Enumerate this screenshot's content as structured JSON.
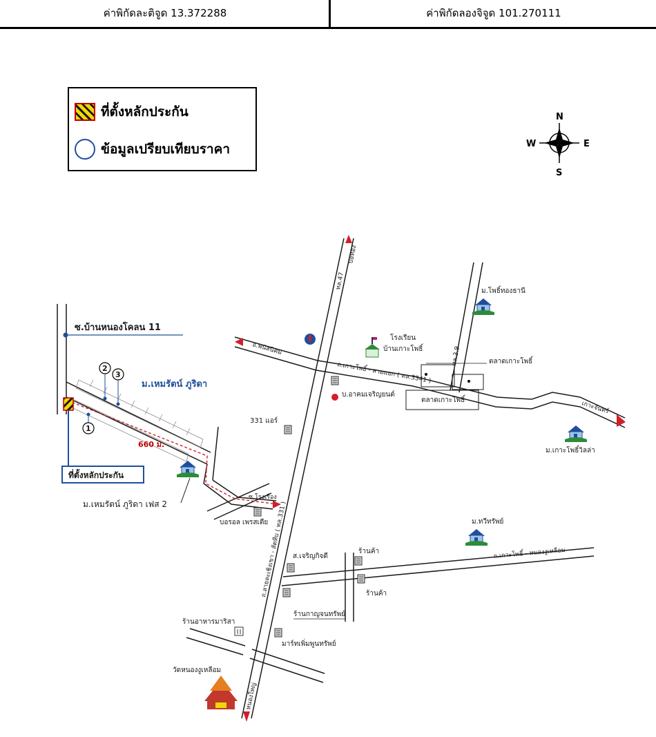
{
  "coordinates": {
    "latitude_label": "ค่าพิกัดละติจูด 13.372288",
    "longitude_label": "ค่าพิกัดลองจิจูด 101.270111"
  },
  "legend": {
    "collateral": "ที่ตั้งหลักประกัน",
    "comparison": "ข้อมูลเปรียบเทียบราคา"
  },
  "compass": {
    "n": "N",
    "s": "S",
    "e": "E",
    "w": "W"
  },
  "labels": {
    "soi_ban_nong_khlon": "ซ.บ้านหนองโคลน 11",
    "hemrat_village": "ม.เหมรัตน์ ภูริดา",
    "hemrat_phase2": "ม.เหมรัตน์ ภูริดา เฟส 2",
    "collateral_callout": "ที่ตั้งหลักประกัน",
    "distance": "660 ม.",
    "air_331": "331 แอร์",
    "bowling": "บอรอล เพรสเตีย",
    "school_line1": "โรงเรียน",
    "school_line2": "บ้านเกาะโพธิ์",
    "charoen_yont": "บ.อาคมเจริญยนต์",
    "talad_koh_pho_1": "ตลาดเกาะโพธิ์",
    "talad_koh_pho_2": "ตลาดเกาะโพธิ์",
    "moo_pho_thong": "ม.โพธิ์ทองธานี",
    "moo_koh_pho_villa": "ม.เกาะโพธิ์วิลล่า",
    "moo_thawi_sap": "ม.ทวีทรัพย์",
    "charoen_kit": "ส.เจริญกิจดี",
    "shop_1": "ร้านค้า",
    "shop_2": "ร้านค้า",
    "kanchana_sap": "ร้านกาญจนทรัพย์",
    "restaurant": "ร้านอาหารมาริสา",
    "mart_sap": "มาร์ทเพิ่มพูนทรัพย์",
    "wat_nong_nguak": "วัดหนองงูเหลือม",
    "road_koh_pho": "ถ.เกาะโพธิ์ - สามแยก ( ทล.3341 )",
    "road_koh_pho_east": "ถ.เกาะโพธิ์ - หนองงูเหลือม",
    "road_sattahip": "ถ.สายละเชิงเขา - สัตหีบ ( ทล.331 )",
    "road_phanat": "อ.พนัสนิคม",
    "road_bo_thong": "บ่อทอง",
    "road_nong_yai": "หนองใหญ่",
    "road_koh_chan": "เกาะจันทร์",
    "road_47": "ทล.47",
    "road_3_9": "ทล.3.9",
    "soi_side": "ซ.โรงเรือง",
    "marker_1": "1",
    "marker_2": "2",
    "marker_3": "3"
  },
  "colors": {
    "road": "#1a1a1a",
    "route": "#d21f2a",
    "blue": "#1f4e9c",
    "hatch_yellow": "#f5d60a",
    "house_green": "#2e8b3a"
  },
  "icons": [
    "compass-icon",
    "village-house-icon",
    "gas-station-icon",
    "temple-icon",
    "building-icon",
    "road-arrow-icon"
  ]
}
